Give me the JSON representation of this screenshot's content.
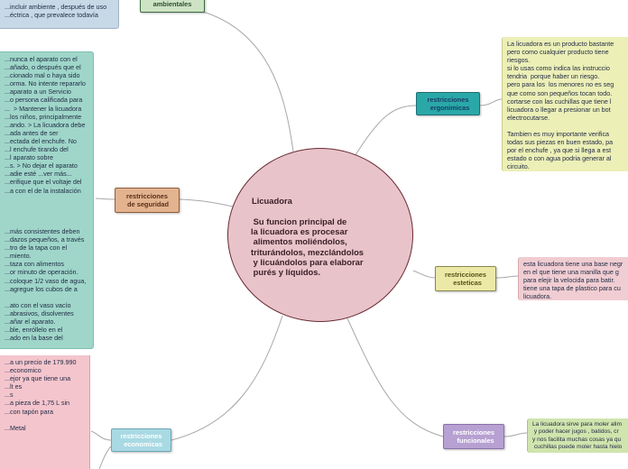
{
  "center": {
    "title": "Licuadora",
    "body": " Su funcion principal de\nla licuadora es procesar\n alimentos moliéndolos,\ntriturándolos, mezclándolos\n y licuándolos para elaborar\n purés y líquidos."
  },
  "topics": {
    "ambientales": "ambientales",
    "ergonomicas": "restricciones\n  ergonimicas",
    "seguridad": "restricciones\n de seguridad",
    "esteticas": "restricciones\n  esteticas",
    "economicas": "restricciones\n  economicas",
    "funcionales": "restricciones\n  funcionales"
  },
  "notes": {
    "ambientales": "...incluir ambiente , después de uso\n...éctrica , que prevalece todavía\n\n...le sigue usando.",
    "ergonomicas": "La licuadora es un producto bastante\npero como cualquier producto tiene\nriesgos.\nsi lo usas como indica las instruccio\ntendria  porque haber un riesgo.\npero para los  los menores no es seg\nque como son pequeños tocan todo.\ncortarse con las cuchillas que tiene l\nlicuadora o llegar a presionar un bot\nelectrocutarse.\n\nTambien es muy importante verifica\ntodas sus piezas en buen estado, pa\npor el enchufe , ya que si llega a est\nestado o con agua podria generar al\ncircuito.",
    "seguridad": "...nunca el aparato con el\n...añado, o después que el\n...cionado mal o haya sido\n...orma. No intente repararlo\n...aparato a un Servicio\n...o persona calificada para\n...  > Mantener la licuadora\n...los niños, principalmente\n...ando. > La licuadora debe\n...ada antes de ser\n...ectada del enchufe. No\n...l enchufe tirando del\n...l aparato sobre\n...s. > No dejar el aparato\n...adie esté ...ver más...\n...erifique que el voltaje del\n...a con el de la instalación\n\n\n\n\n...más consistentes deben\n...dazos pequeños, a través\n...tro de la tapa con el\n...miento.\n...taza con alimentos\n...or minuto de operación.\n...coloque 1/2 vaso de agua,\n...agregue los cubos de a\n\n...ato con el vaso vacío\n...abrasivos, disolventes\n...añar el aparato.\n...ble, enróllelo en el\n...ado en la base del",
    "esteticas": "esta licuadora tiene una base negr\nen el que tiene una manilla que g\npara elejir la velocida para batir.\ntiene una tapa de plastico para cu\nlicuadora.",
    "economicas": "...a un precio de 179.990\n...economico\n...ejor ya que tiene una\n...lt es\n...s\n...a pieza de 1,75 L sin\n...con tapón para\n\n...Metal",
    "funcionales": "La licuadora sirve para moler alim\n y poder hacer jugos , batidos, cr\ny nos facilita muchas cosas ya qu\n cuchillas puede moler hasta hielo"
  },
  "colors": {
    "center_fill": "#e8c4ca",
    "center_border": "#6a2a35",
    "link": "#9c9c9c",
    "ambientales": "#cde3c4",
    "ergonomicas": "#2aa8a8",
    "seguridad": "#e3b38f",
    "esteticas": "#ece9a6",
    "economicas": "#a9d9e3",
    "funcionales": "#b7a0d2",
    "note_ambientales": "#c7d8e6",
    "note_ergonomicas": "#ecefb6",
    "note_seguridad": "#9fd6c9",
    "note_esteticas": "#f0cdd2",
    "note_economicas": "#f4c5cd",
    "note_funcionales": "#d0e4ad"
  }
}
